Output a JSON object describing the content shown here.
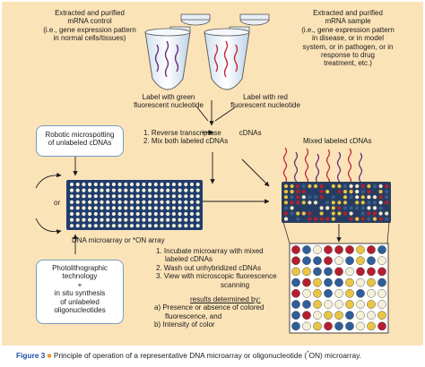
{
  "control": {
    "lines": [
      "Extracted and purified",
      "mRNA control",
      "(i.e., gene expression pattern",
      "in normal cells/tissues)"
    ],
    "label_lines": [
      "Label with green",
      "fluorescent nucleotide"
    ]
  },
  "sample": {
    "lines": [
      "Extracted and purified",
      "mRNA sample",
      "(i.e., gene expression pattern",
      "in disease, or in model",
      "system, or in pathogen, or in",
      "response to drug",
      "treatment, etc.)"
    ],
    "label_lines": [
      "Label with red",
      "fluorescent nucleotide"
    ]
  },
  "robotic_box": {
    "lines": [
      "Robotic microspotting",
      "of unlabeled cDNAs"
    ]
  },
  "rt_steps": {
    "step1": "1. Reverse transcriptase",
    "step1_product": "cDNAs",
    "step2": "2. Mix both labeled cDNAs"
  },
  "mixed_label": "Mixed labeled cDNAs",
  "or_text": "or",
  "array_label": "DNA microarray or *ON array",
  "photo_box": {
    "lines": [
      "Photolithographic",
      "technology",
      "+",
      "in situ synthesis",
      "of unlabeled",
      "oligonucleotides"
    ]
  },
  "process_steps": {
    "lines": [
      "1. Incubate microarray with mixed",
      "labeled cDNAs",
      "2. Wash out unhybridized cDNAs",
      "3. View with microscopic fluorescence",
      "scanning"
    ]
  },
  "results": {
    "heading": "results determined by:",
    "lines": [
      "a) Presence or absence of colored",
      "fluorescence, and",
      "b) Intensity of color"
    ]
  },
  "caption": {
    "label": "Figure 3",
    "separator": "■",
    "text_before": "Principle of operation of a representative DNA microarray or oligonucleotide (",
    "sup": "*",
    "text_mid": "ON",
    "text_after": ") microarray."
  },
  "colors": {
    "background": "#fbe3b8",
    "box_border": "#7a9bbf",
    "green_strand": "#6b2e7a",
    "red_strand": "#c0283a",
    "array_navy": "#1f3c6e",
    "spot_red": "#b51e2f",
    "spot_blue": "#2f5e99",
    "spot_yellow": "#e9c545",
    "spot_cream": "#f4efd7"
  }
}
